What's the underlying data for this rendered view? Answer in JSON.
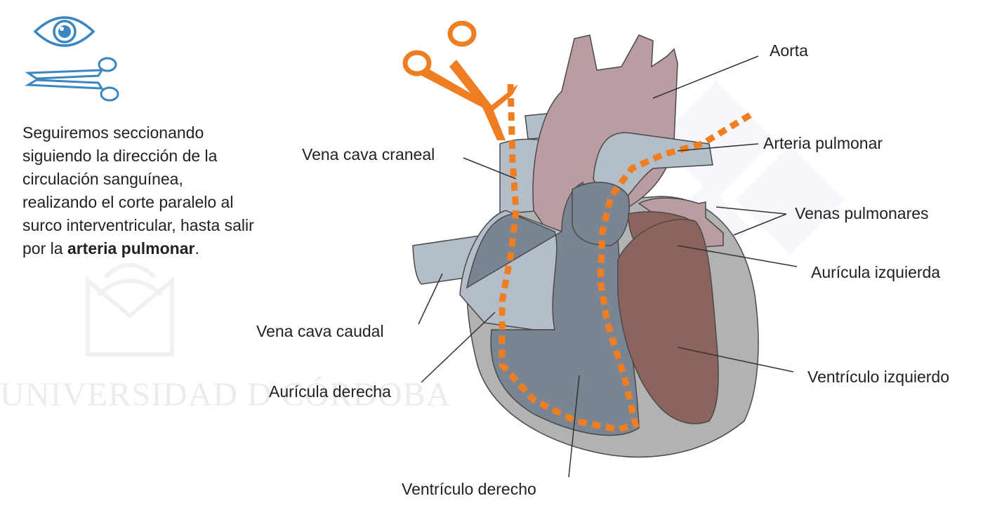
{
  "instruction": {
    "text_before": "Seguiremos seccionando siguiendo la dirección de la circulación sanguínea, realizando el corte paralelo al surco interventricular, hasta salir por la ",
    "text_bold": "arteria pulmonar",
    "text_after": "."
  },
  "icons": {
    "eye": "eye-icon",
    "scissors": "scissors-icon",
    "cut_tool": "orange-scissors-icon"
  },
  "watermark": {
    "text": "UNIVERSIDAD D CÓRDOBA",
    "logo": "university-logo",
    "badge": "quiz-badge-logo"
  },
  "labels": {
    "aorta": "Aorta",
    "arteria_pulmonar": "Arteria pulmonar",
    "venas_pulmonares": "Venas pulmonares",
    "auricula_izquierda": "Aurícula izquierda",
    "ventriculo_izquierdo": "Ventrículo izquierdo",
    "vena_cava_craneal": "Vena cava craneal",
    "vena_cava_caudal": "Vena cava caudal",
    "auricula_derecha": "Aurícula derecha",
    "ventriculo_derecho": "Ventrículo derecho"
  },
  "colors": {
    "cut_line": "#ef7d22",
    "icon_blue": "#3a86c0",
    "aorta": "#b99da0",
    "veins": "#b4bec8",
    "right_chambers": "#7a8593",
    "left_chambers": "#8d635d",
    "heart_outer": "#b2b2b2"
  }
}
